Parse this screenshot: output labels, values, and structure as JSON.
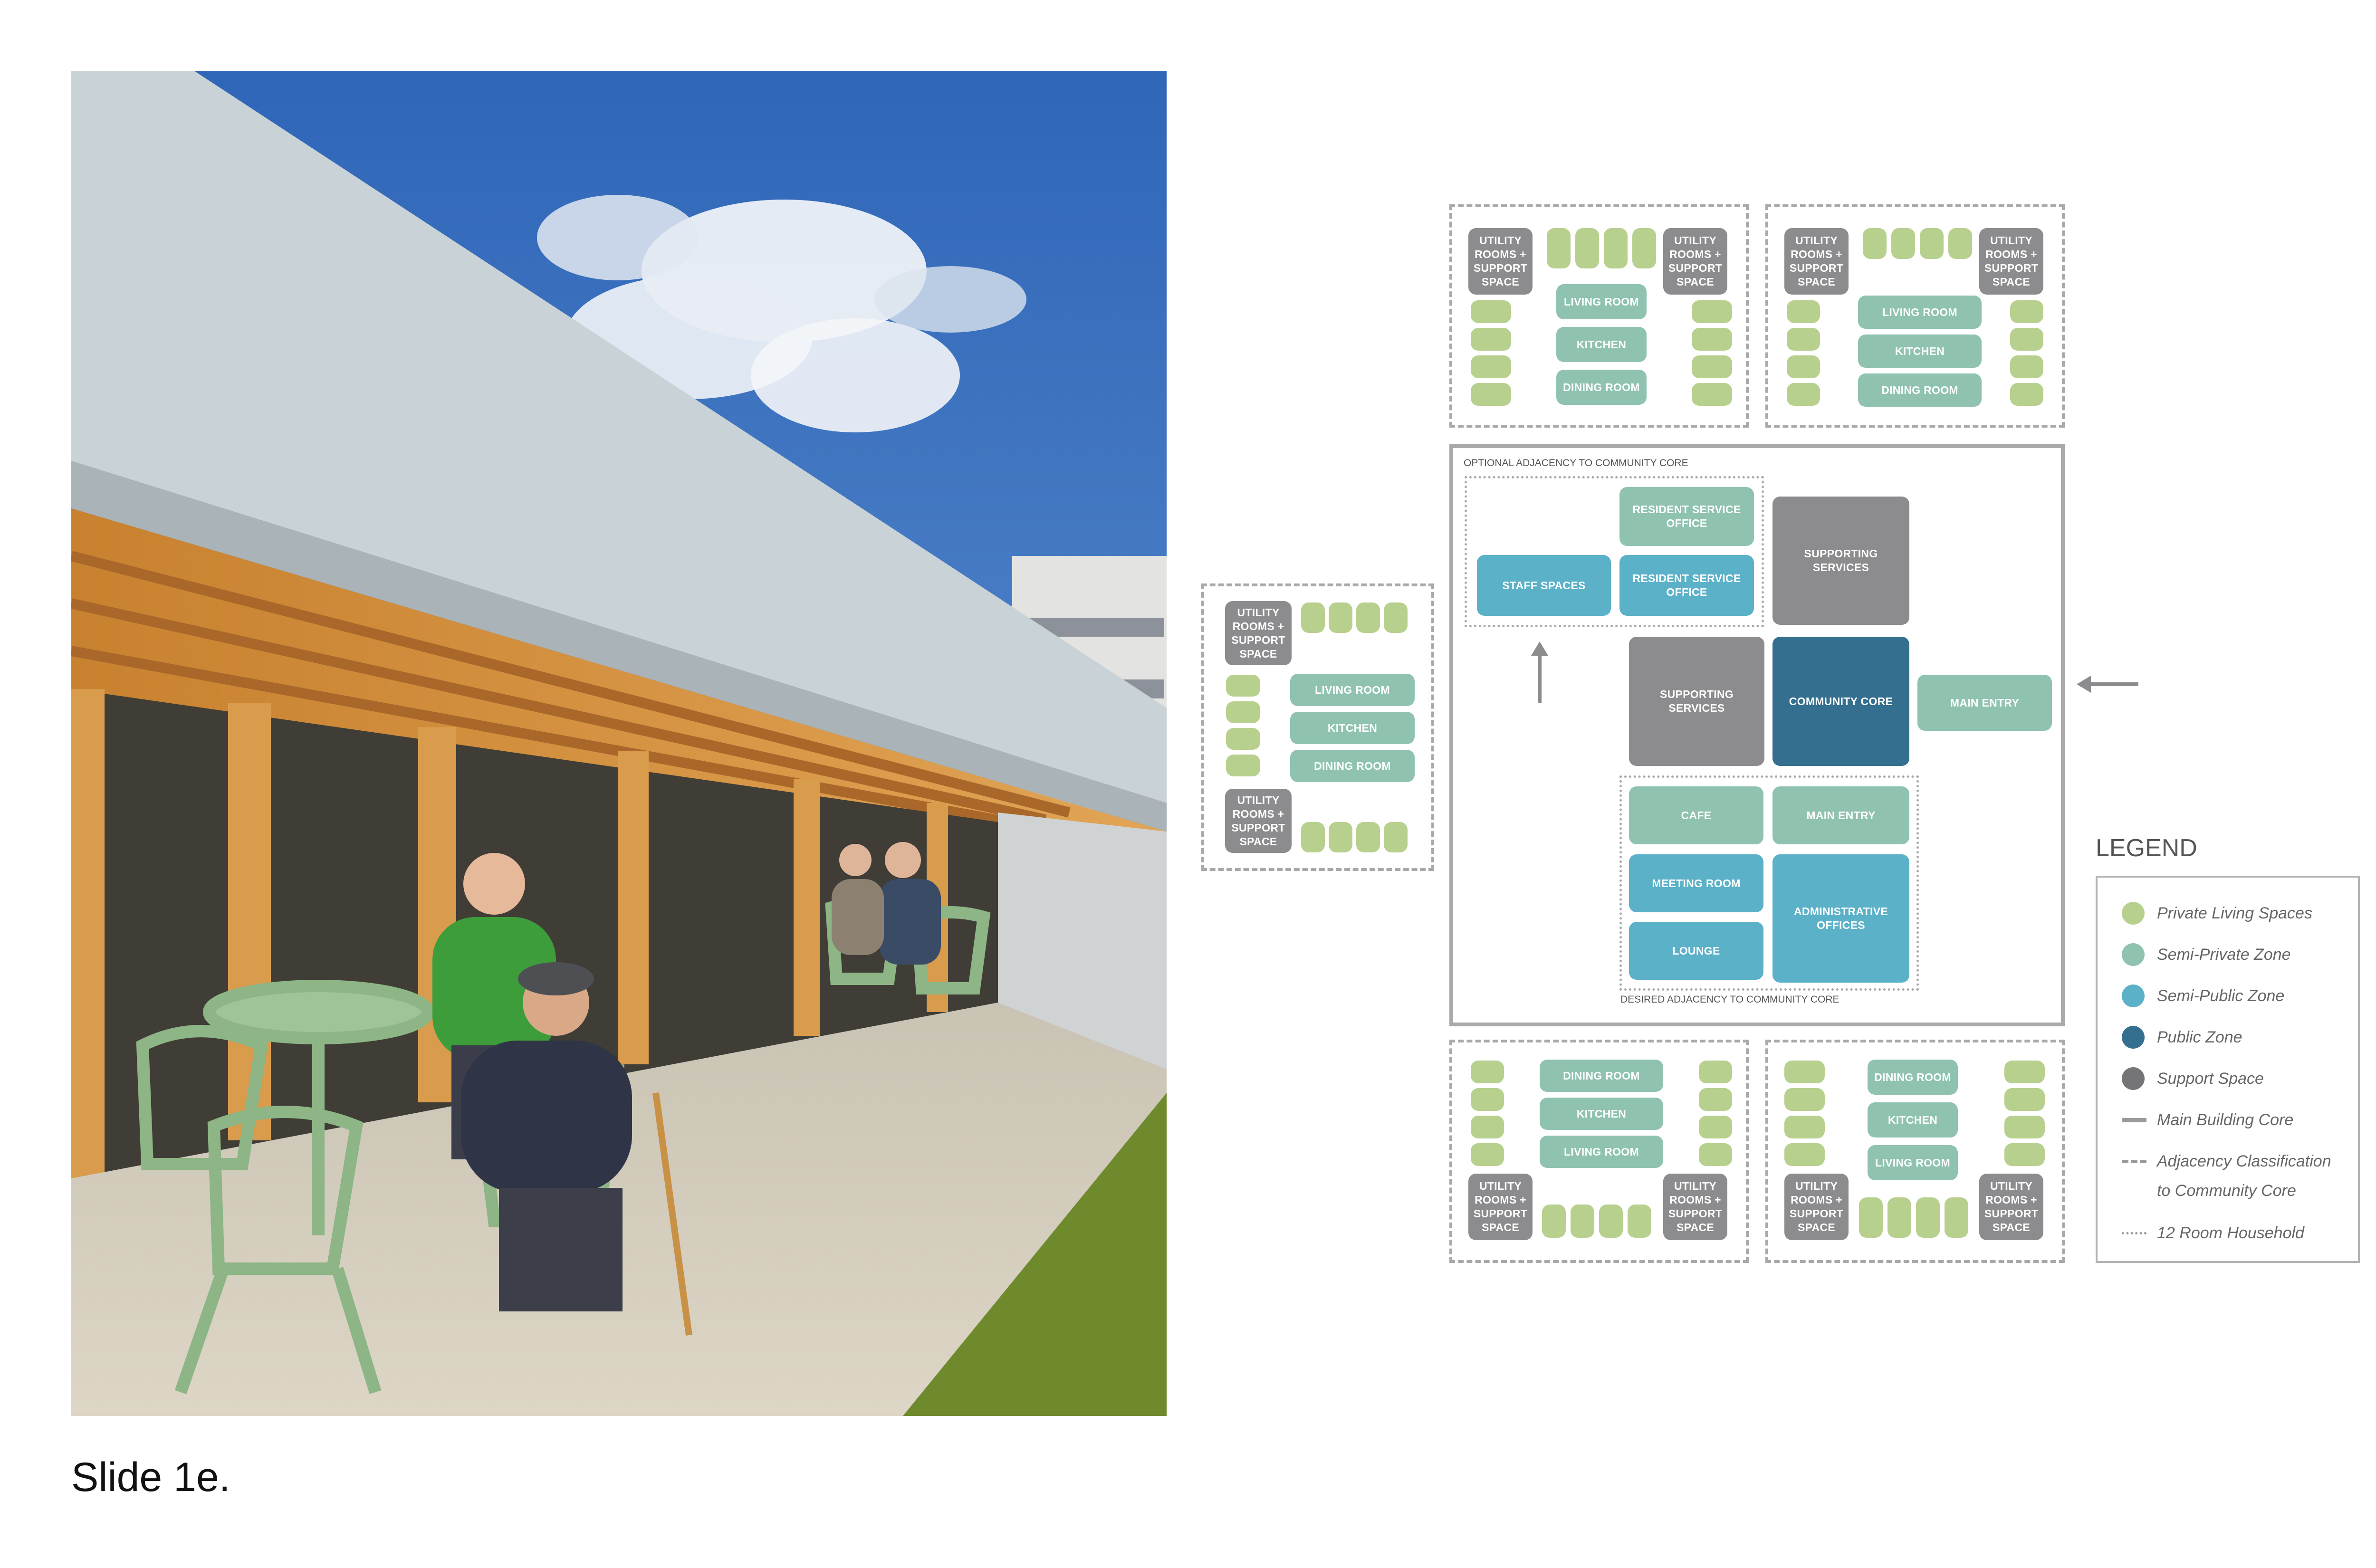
{
  "caption": "Slide 1e.",
  "photo": {
    "description_icon": "photo-seniors-terrace"
  },
  "colors": {
    "private": "#b8d08e",
    "semi_private": "#8fc3b0",
    "semi_public": "#5bb1c8",
    "public": "#356f8f",
    "support": "#8c8c8e"
  },
  "labels": {
    "utility": "UTILITY ROOMS + SUPPORT SPACE",
    "living_room": "LIVING ROOM",
    "kitchen": "KITCHEN",
    "dining_room": "DINING ROOM"
  },
  "core": {
    "optional_note": "OPTIONAL ADJACENCY TO COMMUNITY CORE",
    "desired_note": "DESIRED ADJACENCY TO COMMUNITY CORE",
    "resident_service_office_top": "RESIDENT SERVICE OFFICE",
    "resident_service_office": "RESIDENT SERVICE OFFICE",
    "staff_spaces": "STAFF SPACES",
    "supporting_services_top": "SUPPORTING SERVICES",
    "supporting_services_left": "SUPPORTING SERVICES",
    "community_core": "COMMUNITY CORE",
    "main_entry_right": "MAIN ENTRY",
    "cafe": "CAFE",
    "main_entry": "MAIN ENTRY",
    "meeting_room": "MEETING ROOM",
    "administrative_offices": "ADMINISTRATIVE OFFICES",
    "lounge": "LOUNGE"
  },
  "legend": {
    "title": "LEGEND",
    "items": [
      "Private Living Spaces",
      "Semi-Private Zone",
      "Semi-Public Zone",
      "Public Zone",
      "Support Space",
      "Main Building Core",
      "Adjacency Classification to Community Core",
      "12 Room Household"
    ],
    "line1": "Adjacency Classification",
    "line2": "to Community Core"
  }
}
